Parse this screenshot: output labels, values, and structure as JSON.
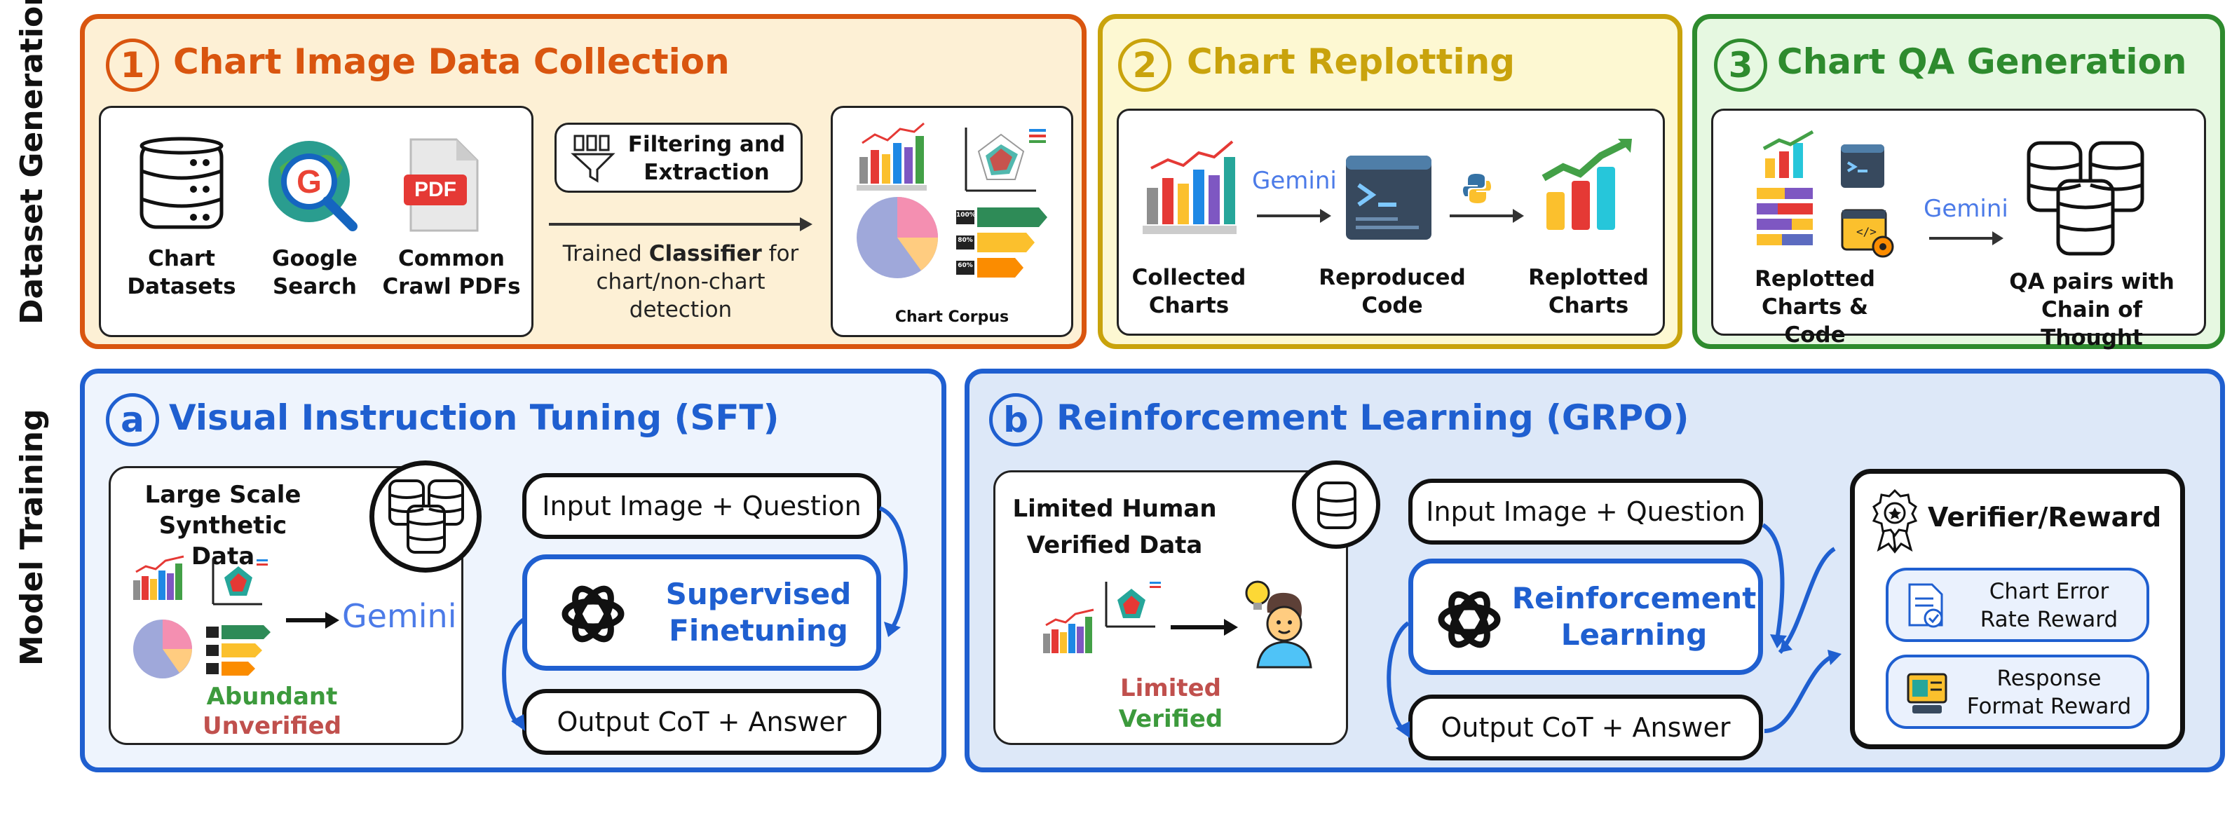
{
  "side_labels": {
    "dataset_generation": "Dataset Generation",
    "model_training": "Model Training"
  },
  "panel1": {
    "number": "1",
    "title": "Chart Image Data Collection",
    "sources": [
      {
        "label": "Chart\nDatasets",
        "icon": "database-icon"
      },
      {
        "label": "Google\nSearch",
        "icon": "google-search-icon"
      },
      {
        "label": "Common\nCrawl PDFs",
        "icon": "pdf-file-icon"
      }
    ],
    "pdf_text": "PDF",
    "filter_box": "Filtering and\nExtraction",
    "classifier_prefix": "Trained ",
    "classifier_bold": "Classifier",
    "classifier_suffix": " for\nchart/non-chart\ndetection",
    "corpus_label": "Chart Corpus",
    "percent_tags": [
      "100%",
      "80%",
      "60%"
    ]
  },
  "panel2": {
    "number": "2",
    "title": "Chart Replotting",
    "steps": [
      "Collected\nCharts",
      "Reproduced\nCode",
      "Replotted\nCharts"
    ],
    "gemini": "Gemini"
  },
  "panel3": {
    "number": "3",
    "title": "Chart QA Generation",
    "left_label": "Replotted\nCharts & Code",
    "right_label": "QA pairs with\nChain of Thought",
    "gemini": "Gemini"
  },
  "panel_a": {
    "letter": "a",
    "title": "Visual Instruction Tuning (SFT)",
    "data_title": "Large Scale\nSynthetic Data",
    "gemini": "Gemini",
    "abundant": "Abundant",
    "unverified": "Unverified",
    "input": "Input Image + Question",
    "process": "Supervised\nFinetuning",
    "output": "Output CoT + Answer"
  },
  "panel_b": {
    "letter": "b",
    "title": "Reinforcement Learning (GRPO)",
    "data_title": "Limited Human\nVerified Data",
    "limited": "Limited",
    "verified": "Verified",
    "input": "Input Image + Question",
    "process": "Reinforcement\nLearning",
    "output": "Output CoT + Answer",
    "verifier_title": "Verifier/Reward",
    "rewards": [
      "Chart Error\nRate Reward",
      "Response\nFormat Reward"
    ]
  },
  "colors": {
    "orange": "#d9550f",
    "orange_bg": "#fdf0d5",
    "yellow": "#c9a30c",
    "yellow_bg": "#fdf8d2",
    "green": "#2e8b2e",
    "green_bg": "#e6f8e1",
    "blue": "#1f5fd0",
    "blue_bg": "#eef4fd",
    "blue_bg2": "#dde8f8",
    "green_text": "#3c9a3c",
    "red_text": "#c0504d"
  }
}
